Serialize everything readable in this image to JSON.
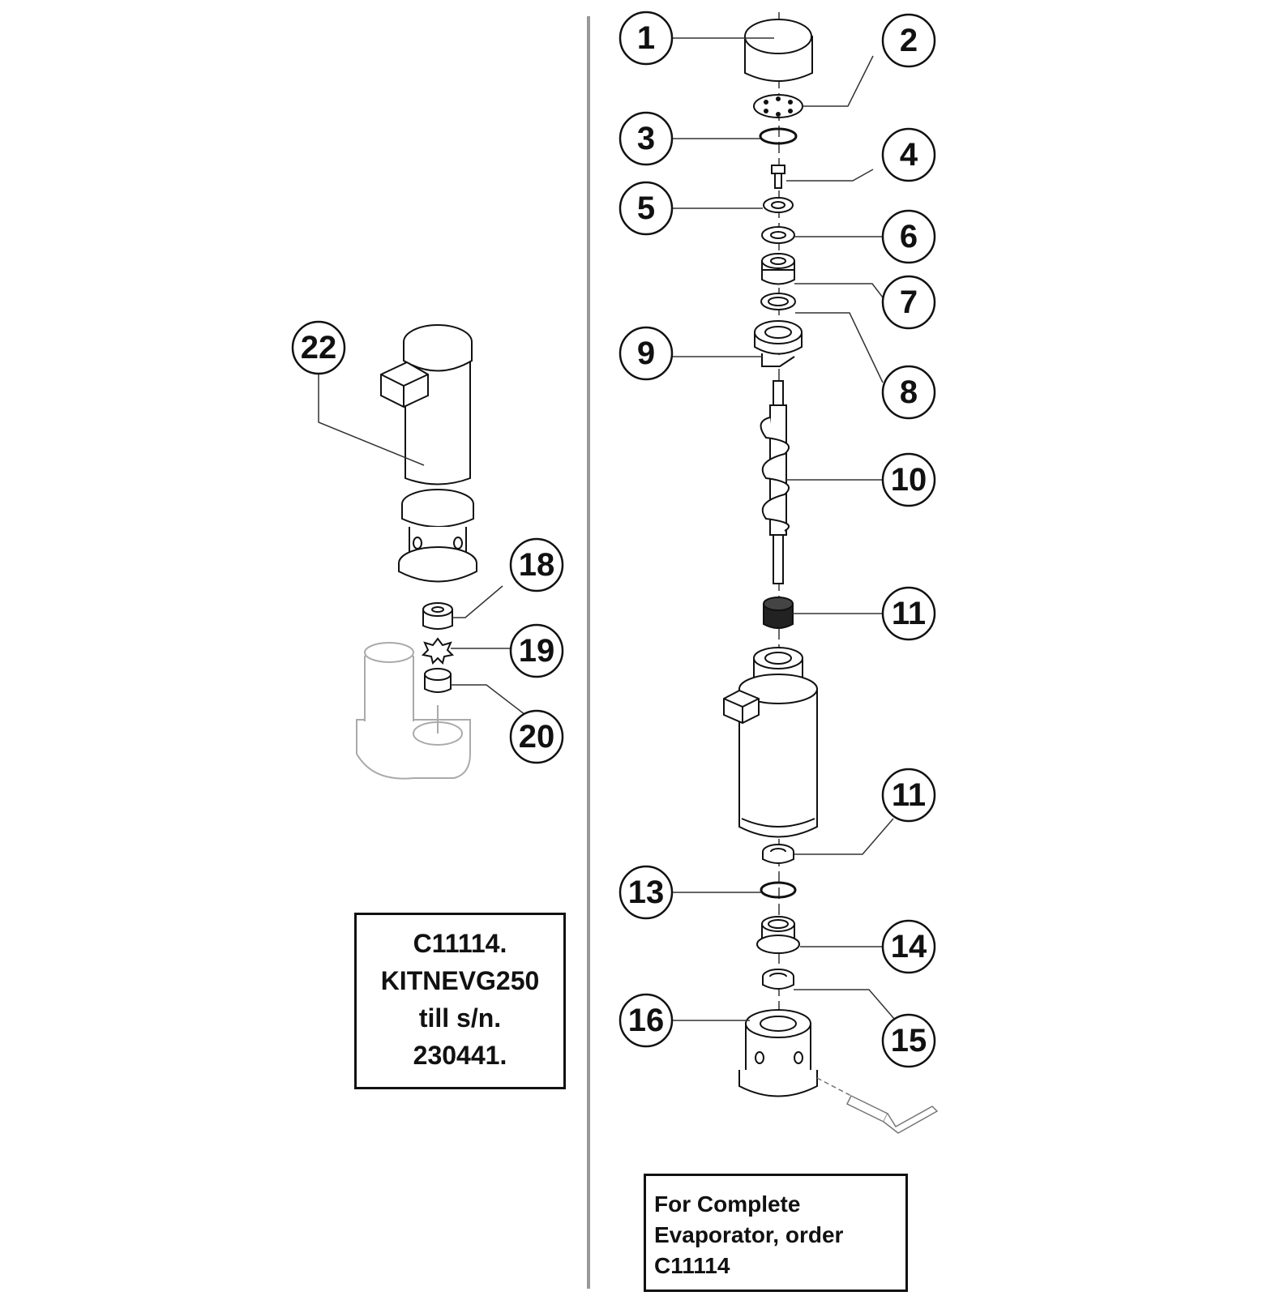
{
  "callouts": [
    {
      "id": "c1",
      "label": "1"
    },
    {
      "id": "c2",
      "label": "2"
    },
    {
      "id": "c3",
      "label": "3"
    },
    {
      "id": "c4",
      "label": "4"
    },
    {
      "id": "c5",
      "label": "5"
    },
    {
      "id": "c6",
      "label": "6"
    },
    {
      "id": "c7",
      "label": "7"
    },
    {
      "id": "c8",
      "label": "8"
    },
    {
      "id": "c9",
      "label": "9"
    },
    {
      "id": "c10",
      "label": "10"
    },
    {
      "id": "c11a",
      "label": "11"
    },
    {
      "id": "c11b",
      "label": "11"
    },
    {
      "id": "c13",
      "label": "13"
    },
    {
      "id": "c14",
      "label": "14"
    },
    {
      "id": "c15",
      "label": "15"
    },
    {
      "id": "c16",
      "label": "16"
    },
    {
      "id": "c18",
      "label": "18"
    },
    {
      "id": "c19",
      "label": "19"
    },
    {
      "id": "c20",
      "label": "20"
    },
    {
      "id": "c22",
      "label": "22"
    }
  ],
  "kit_box": {
    "line1": "C11114.",
    "line2": "KITNEVG250",
    "line3": "till s/n.",
    "line4": "230441."
  },
  "order_box": {
    "line1": "For Complete",
    "line2": "Evaporator, order",
    "line3": "C11114"
  }
}
